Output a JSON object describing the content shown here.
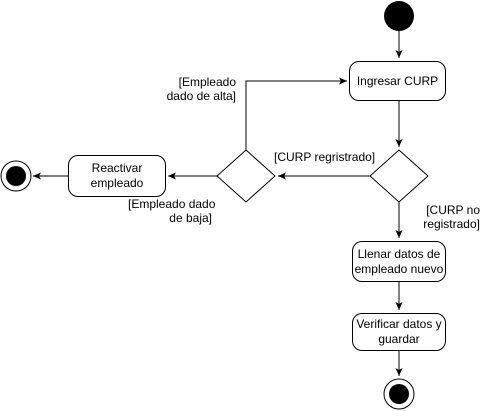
{
  "nodes": {
    "ingresar": "Ingresar CURP",
    "reactivar": "Reactivar\nempleado",
    "llenar": "Llenar datos de\nempleado nuevo",
    "verificar": "Verificar datos y\nguardar"
  },
  "guards": {
    "alta": "[Empleado\ndado de alta]",
    "registrado": "[CURP regristrado]",
    "baja": "[Empleado dado\nde baja]",
    "no_registrado": "[CURP no\nregistrado]"
  }
}
